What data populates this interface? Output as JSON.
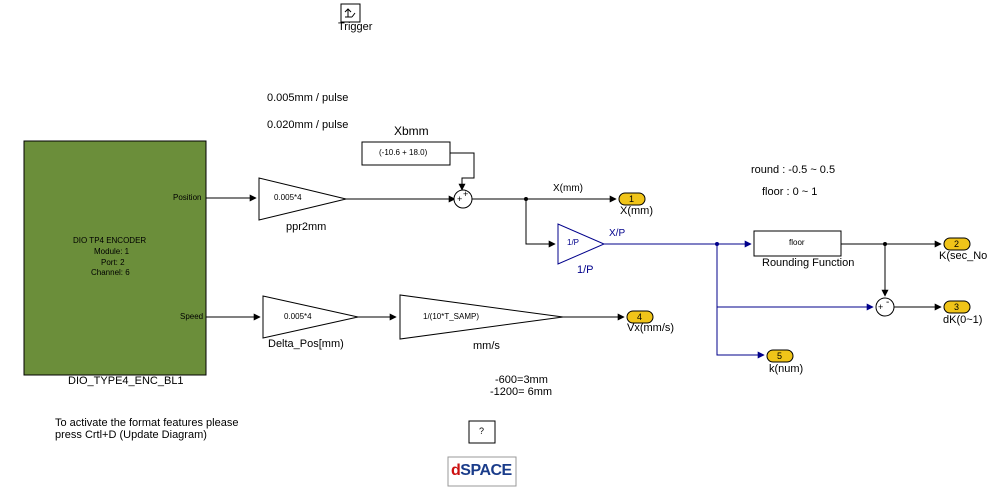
{
  "trigger": {
    "label": "Trigger",
    "icon": "trigger-icon"
  },
  "notes": {
    "res1": "0.005mm / pulse",
    "res2": "0.020mm / pulse",
    "round": "round : -0.5 ~ 0.5",
    "floor": "floor : 0 ~ 1",
    "calib1": "-600=3mm",
    "calib2": "-1200= 6mm",
    "format1": "To activate the format features please",
    "format2": "press Crtl+D (Update Diagram)"
  },
  "encoder": {
    "name": "DIO_TYPE4_ENC_BL1",
    "title": "DIO TP4 ENCODER",
    "module": "Module: 1",
    "port": "Port: 2",
    "channel": "Channel: 6",
    "port_position": "Position",
    "port_speed": "Speed",
    "color": "#6b8e3a"
  },
  "blocks": {
    "xbmm_label": "Xbmm",
    "xbmm_value": "(-10.6 + 18.0)",
    "gain1_value": "0.005*4",
    "gain1_name": "ppr2mm",
    "gain2_value": "0.005*4",
    "gain2_name": "Delta_Pos[mm)",
    "gain3_value": "1/(10*T_SAMP)",
    "gain3_name": "mm/s",
    "recip_value": "1/P",
    "recip_name": "1/P",
    "floor_value": "floor",
    "floor_name": "Rounding Function",
    "help": "?",
    "logo": "dSPACE"
  },
  "signals": {
    "x_mm": "X(mm)",
    "x_p": "X/P"
  },
  "outports": [
    {
      "num": "1",
      "name": "X(mm)"
    },
    {
      "num": "2",
      "name": "K(sec_No"
    },
    {
      "num": "3",
      "name": "dK(0~1)"
    },
    {
      "num": "4",
      "name": "Vx(mm/s)"
    },
    {
      "num": "5",
      "name": "k(num)"
    }
  ],
  "colors": {
    "signal_blue": "#00008b",
    "outport_fill": "#f0c419",
    "logo_red": "#cc1111",
    "logo_blue": "#1a3c8a"
  }
}
